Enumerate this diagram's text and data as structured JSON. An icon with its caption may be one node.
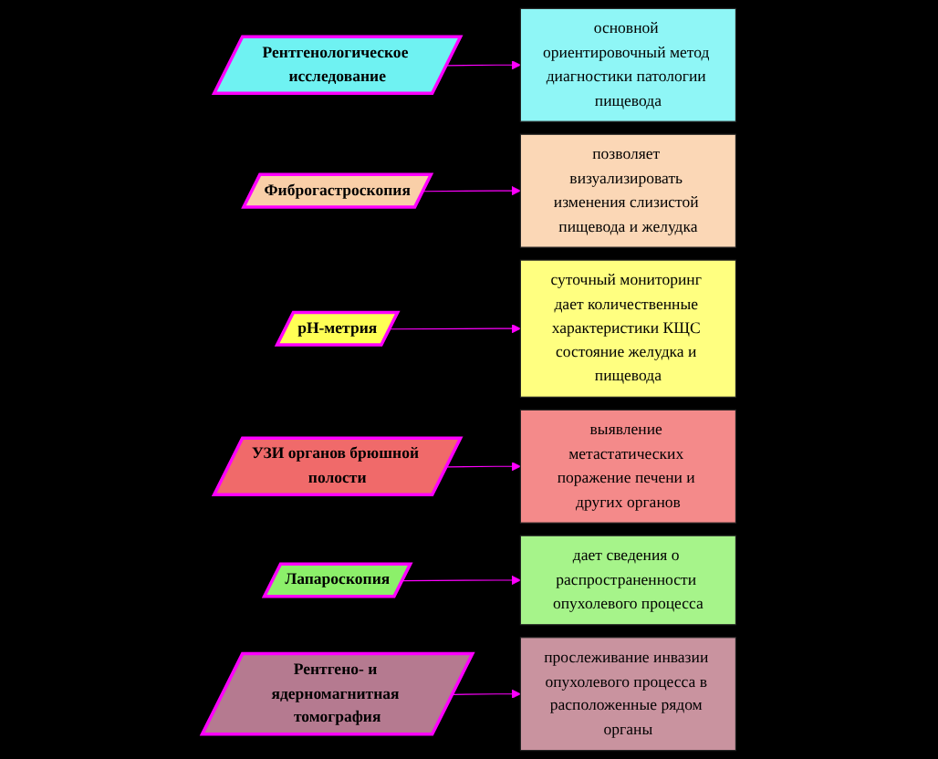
{
  "diagram": {
    "nodes": [
      {
        "text": [
          "Рентгенологическое исследование"
        ]
      },
      {
        "text": [
          "основной ориентировочный метод диагностики патологии пищевода"
        ]
      },
      {
        "text": [
          "Фиброгастроскопия"
        ]
      },
      {
        "text": [
          "позволяет визуализировать изменения слизистой пищевода и желудка"
        ]
      },
      {
        "text": [
          "рН-метрия"
        ]
      },
      {
        "text": [
          "суточный мониторинг дает количественные характеристики КЩС состояние желудка и пищевода"
        ]
      },
      {
        "text": [
          "УЗИ органов брюшной полости"
        ]
      },
      {
        "text": [
          "выявление метастатических поражение печени и других органов"
        ]
      },
      {
        "text": [
          "Лапароскопия"
        ]
      },
      {
        "text": [
          "дает сведения о распространенности опухолевого процесса"
        ]
      },
      {
        "text": [
          "Рентгено- и ядерномагнитная томография"
        ]
      },
      {
        "text": [
          "прослеживание инвазии опухолевого процесса в расположенные рядом органы"
        ]
      }
    ],
    "edges": [
      {
        "from": 0,
        "to": 1,
        "arrow": "to"
      },
      {
        "from": 2,
        "to": 3,
        "arrow": "to"
      },
      {
        "from": 4,
        "to": 5,
        "arrow": "to"
      },
      {
        "from": 6,
        "to": 7,
        "arrow": "to"
      },
      {
        "from": 8,
        "to": 9,
        "arrow": "to"
      },
      {
        "from": 10,
        "to": 11,
        "arrow": "to"
      }
    ]
  }
}
